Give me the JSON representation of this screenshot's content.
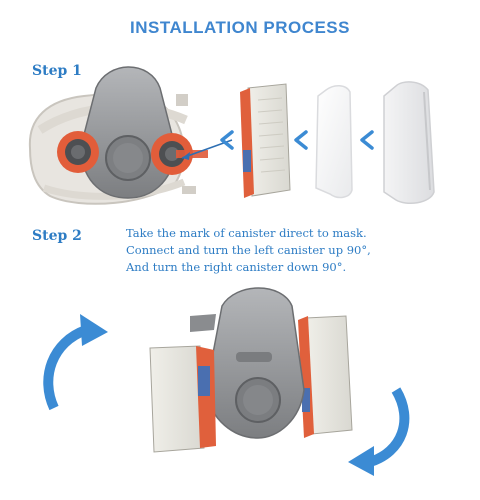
{
  "header": {
    "title": "INSTALLATION PROCESS"
  },
  "steps": [
    {
      "label": "Step 1"
    },
    {
      "label": "Step 2"
    }
  ],
  "instructions": [
    "Take the mark of canister direct to mask.",
    "Connect and turn the left canister up 90°,",
    "And turn the right canister down 90°."
  ],
  "colors": {
    "title": "#3f86cf",
    "text": "#2d7cc4",
    "arrow": "#3b8bd4",
    "mask_grey": "#8d8f92",
    "filter_red": "#e0603c"
  },
  "icons": {
    "chevron": "chevron-left-icon",
    "rotate_up": "curved-arrow-up-icon",
    "rotate_down": "curved-arrow-down-icon"
  }
}
